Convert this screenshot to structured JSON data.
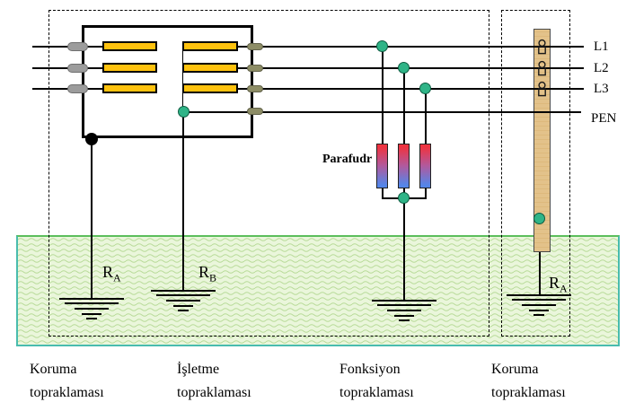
{
  "conductors": {
    "l1": "L1",
    "l2": "L2",
    "l3": "L3",
    "pen": "PEN"
  },
  "surge_arrester_label": "Parafudr",
  "resistances": {
    "protection_left": {
      "symbol": "R",
      "subscript": "A"
    },
    "operational": {
      "symbol": "R",
      "subscript": "B"
    },
    "protection_right": {
      "symbol": "R",
      "subscript": "A"
    }
  },
  "captions": {
    "protection_left": {
      "line1": "Koruma",
      "line2": "topraklaması"
    },
    "operational": {
      "line1": "İşletme",
      "line2": "topraklaması"
    },
    "functional": {
      "line1": "Fonksiyon",
      "line2": "topraklaması"
    },
    "protection_right": {
      "line1": "Koruma",
      "line2": "topraklaması"
    }
  },
  "colors": {
    "coil_yellow": "#FFC20E",
    "node_green": "#2FB487",
    "terminal_gray": "#9C9C9C",
    "terminal_olive": "#8D8D66",
    "pole_tan": "#E3C28A",
    "earth_fill": "#EAF6DB",
    "earth_wave": "#B7DB97",
    "earth_border_teal": "#49BCAE",
    "earth_border_green": "#5CBE5C",
    "arrester_red": "#EE3340",
    "arrester_blue": "#5585E8"
  }
}
